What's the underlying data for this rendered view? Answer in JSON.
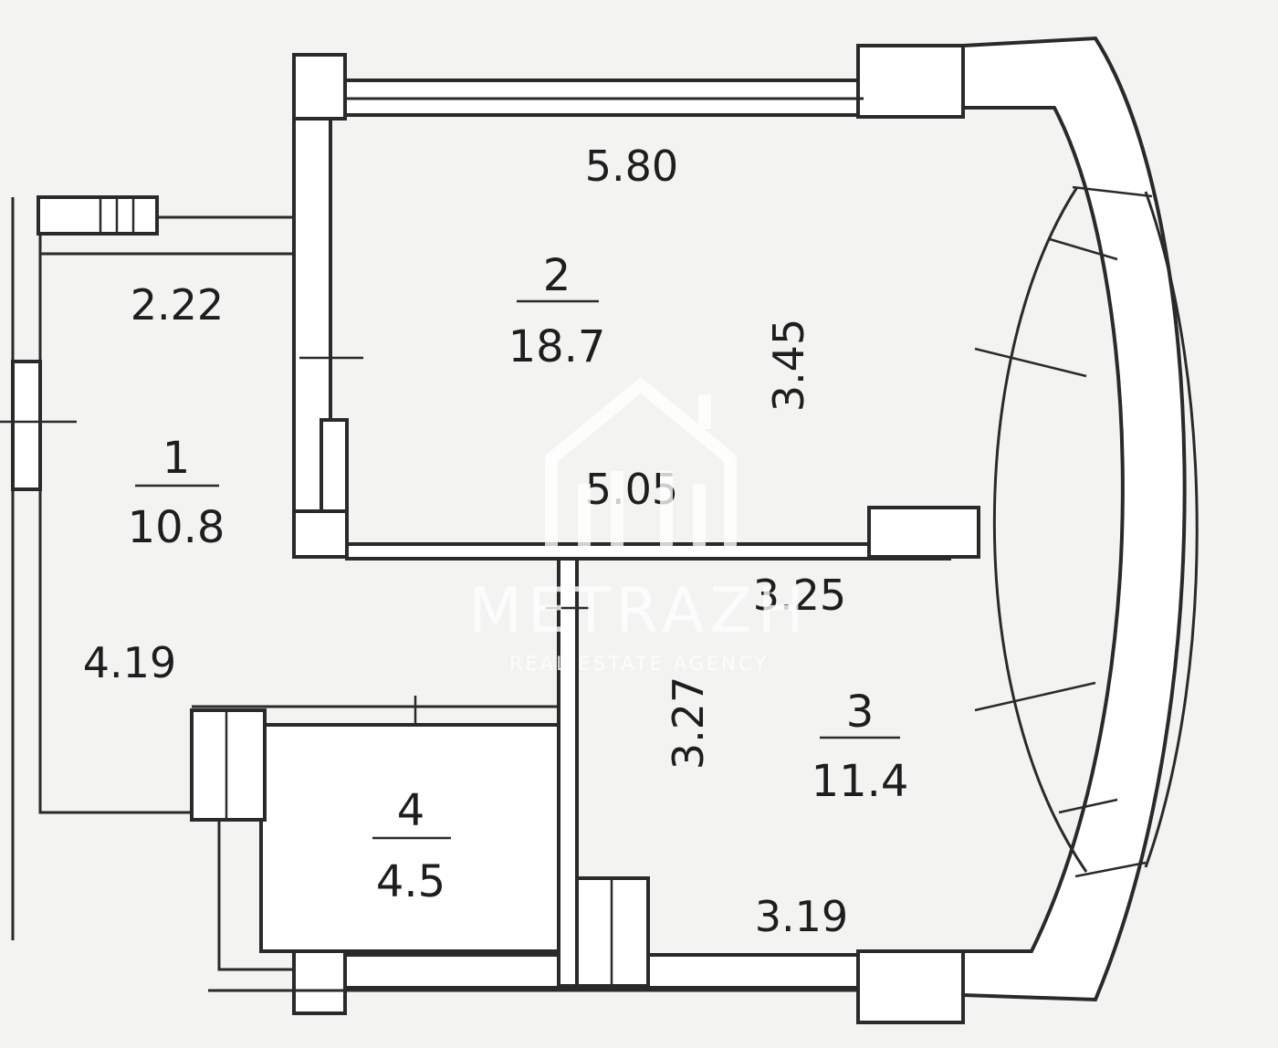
{
  "rooms": [
    {
      "id": "1",
      "area": "10.8"
    },
    {
      "id": "2",
      "area": "18.7"
    },
    {
      "id": "3",
      "area": "11.4"
    },
    {
      "id": "4",
      "area": "4.5"
    }
  ],
  "dimensions": {
    "room2_top": "5.80",
    "room2_side": "3.45",
    "room2_bottom": "5.05",
    "room1_top": "2.22",
    "room1_side": "4.19",
    "room3_top": "3.25",
    "room3_side": "3.27",
    "room3_bottom": "3.19"
  },
  "watermark": {
    "name": "METRAZH",
    "tagline": "REAL ESTATE AGENCY"
  }
}
